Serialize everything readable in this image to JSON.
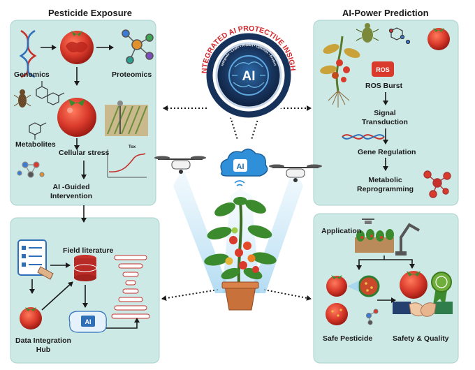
{
  "headers": {
    "left": "Pesticide Exposure",
    "right": "AI-Power Prediction"
  },
  "center": {
    "badge_title": "INTEGRATED AI PROTECTIVE INSIGHT",
    "badge_subtitle": "Integrate • Learn • Predict • Optimize • Protect",
    "badge_core": "AI",
    "cloud_core": "AI"
  },
  "exposure_panel": {
    "genomics": "Genomics",
    "proteomics": "Proteomics",
    "metabolites": "Metabolites",
    "cellular_stress": "Cellular stress",
    "guided_1": "AI -Guided",
    "guided_2": "Intervention",
    "curve_title": "Tox"
  },
  "prediction_panel": {
    "ros_badge": "ROS",
    "ros_burst": "ROS Burst",
    "signal_1": "Signal",
    "signal_2": "Transduction",
    "gene_regulation": "Gene Regulation",
    "metabolic_1": "Metabolic",
    "metabolic_2": "Reprogramming"
  },
  "data_panel": {
    "field_literature": "Field literature",
    "hub_1": "Data Integration",
    "hub_2": "Hub",
    "chip": "AI"
  },
  "application_panel": {
    "application": "Application",
    "safe_pesticide": "Safe Pesticide",
    "safety_quality": "Safety & Quality"
  },
  "colors": {
    "panel_fill": "#cce9e6",
    "panel_border": "#a9d3cf",
    "arrow": "#1a1a1a",
    "badge_ring_red": "#d6262b",
    "badge_navy": "#17325a",
    "ai_blue": "#2f8fd8",
    "tomato_red": "#d93a2b",
    "leaf_green": "#3c8a2e"
  }
}
